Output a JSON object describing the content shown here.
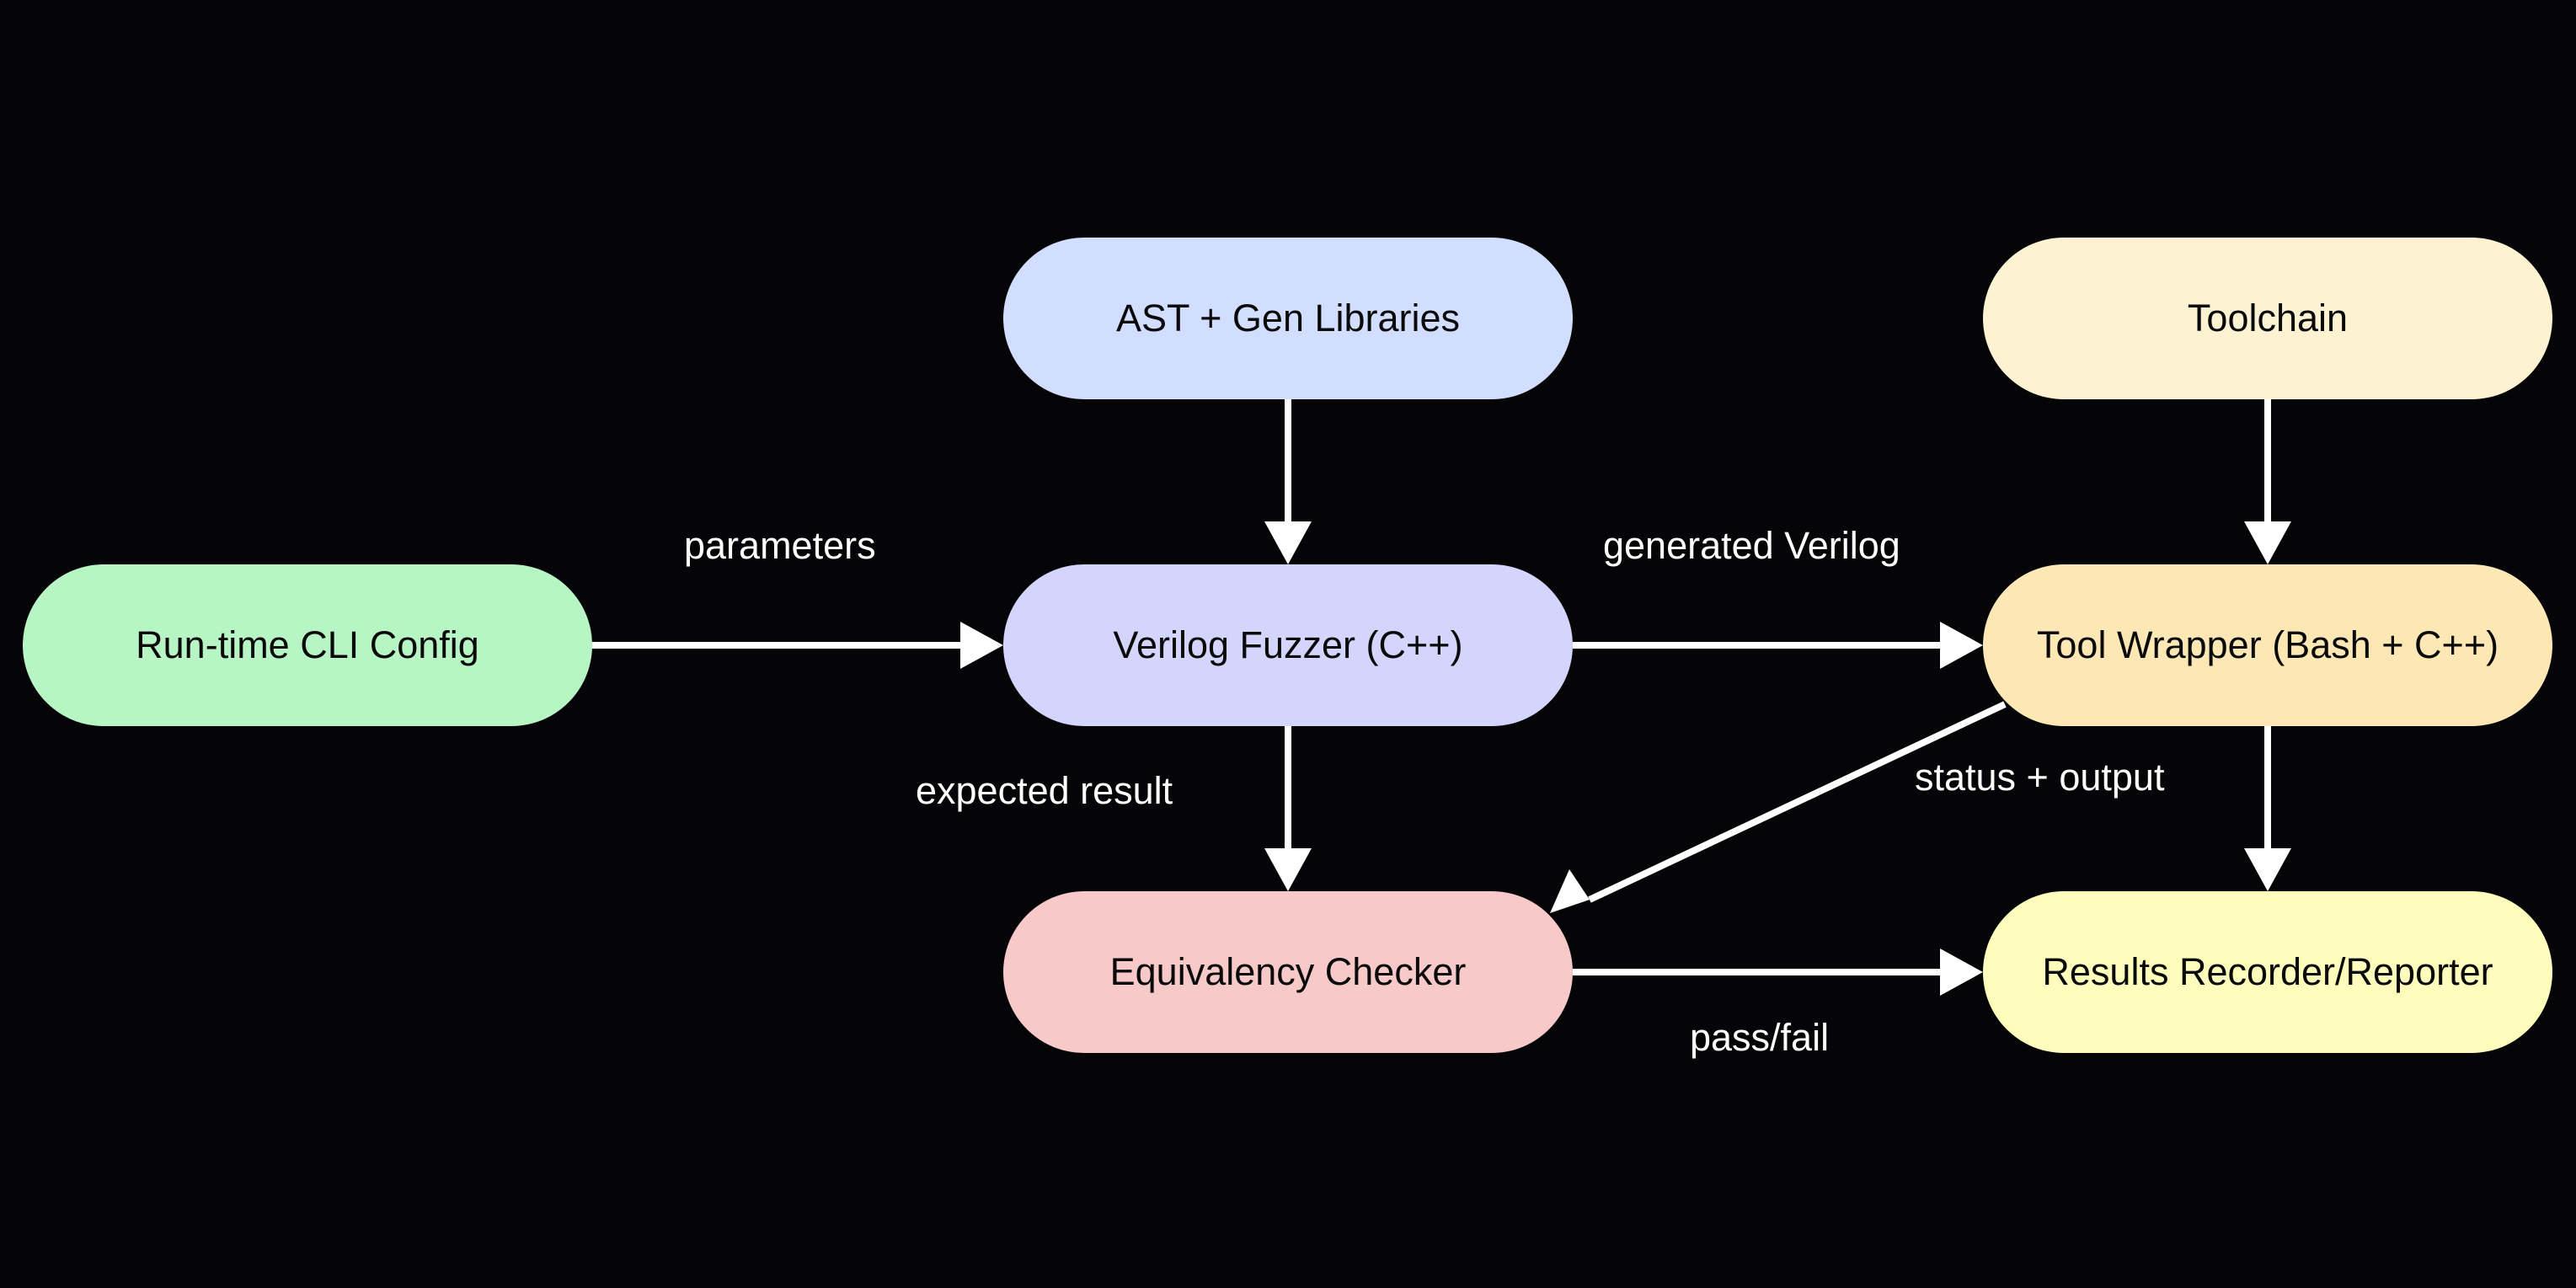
{
  "colors": {
    "background": "#050508",
    "edge": "#ffffff",
    "label_text": "#ffffff",
    "node_text": "#0a0a0a"
  },
  "nodes": {
    "cli": {
      "label": "Run-time CLI Config",
      "color": "#b8f5c4"
    },
    "ast": {
      "label": "AST + Gen Libraries",
      "color": "#d2deff"
    },
    "tc": {
      "label": "Toolchain",
      "color": "#fdf2d2"
    },
    "fuzz": {
      "label": "Verilog Fuzzer (C++)",
      "color": "#d3d5fd"
    },
    "wrap": {
      "label": "Tool Wrapper (Bash + C++)",
      "color": "#fde8b5"
    },
    "eq": {
      "label": "Equivalency Checker",
      "color": "#f7c9c9"
    },
    "rep": {
      "label": "Results Recorder/Reporter",
      "color": "#fefdbb"
    }
  },
  "edge_labels": {
    "params": "parameters",
    "gen": "generated Verilog",
    "exp": "expected result",
    "status": "status + output",
    "pass": "pass/fail"
  },
  "edges": [
    {
      "from": "cli",
      "to": "fuzz",
      "label": "parameters"
    },
    {
      "from": "ast",
      "to": "fuzz"
    },
    {
      "from": "fuzz",
      "to": "wrap",
      "label": "generated Verilog"
    },
    {
      "from": "tc",
      "to": "wrap"
    },
    {
      "from": "fuzz",
      "to": "eq",
      "label": "expected result"
    },
    {
      "from": "wrap",
      "to": "eq",
      "label": "status + output"
    },
    {
      "from": "wrap",
      "to": "rep"
    },
    {
      "from": "eq",
      "to": "rep",
      "label": "pass/fail"
    }
  ]
}
